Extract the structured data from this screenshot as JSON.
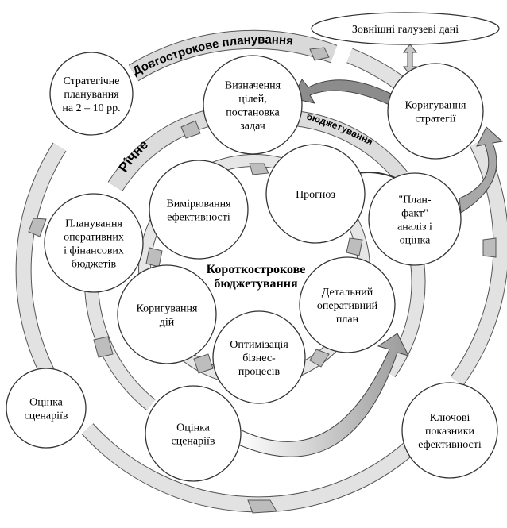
{
  "outer_ring": {
    "label": "Довгострокове планування"
  },
  "middle_ring": {
    "label_left": "Річне",
    "label_right": "бюджетування"
  },
  "center": {
    "label_line1": "Короткострокове",
    "label_line2": "бюджетування"
  },
  "external_data": {
    "label": "Зовнішні галузеві дані"
  },
  "nodes": {
    "strategic_planning": {
      "lines": [
        "Стратегічне",
        "планування",
        "на 2 – 10 рр."
      ]
    },
    "goals": {
      "lines": [
        "Визначення",
        "цілей,",
        "постановка",
        "задач"
      ]
    },
    "strategy_adjust": {
      "lines": [
        "Коригування",
        "стратегії"
      ]
    },
    "plan_fact": {
      "lines": [
        "\"План-",
        "факт\"",
        "аналіз і",
        "оцінка"
      ]
    },
    "key_indicators": {
      "lines": [
        "Ключові",
        "показники",
        "ефективності"
      ]
    },
    "scenario_outer": {
      "lines": [
        "Оцінка",
        "сценаріїв"
      ]
    },
    "scenario_middle": {
      "lines": [
        "Оцінка",
        "сценаріїв"
      ]
    },
    "operational_budgets": {
      "lines": [
        "Планування",
        "оперативних",
        "і фінансових",
        "бюджетів"
      ]
    },
    "efficiency_measure": {
      "lines": [
        "Вимірювання",
        "ефективності"
      ]
    },
    "forecast": {
      "lines": [
        "Прогноз"
      ]
    },
    "detailed_plan": {
      "lines": [
        "Детальний",
        "оперативний",
        "план"
      ]
    },
    "business_opt": {
      "lines": [
        "Оптимізація",
        "бізнес-",
        "процесів"
      ]
    },
    "action_adjust": {
      "lines": [
        "Коригування",
        "дій"
      ]
    }
  }
}
